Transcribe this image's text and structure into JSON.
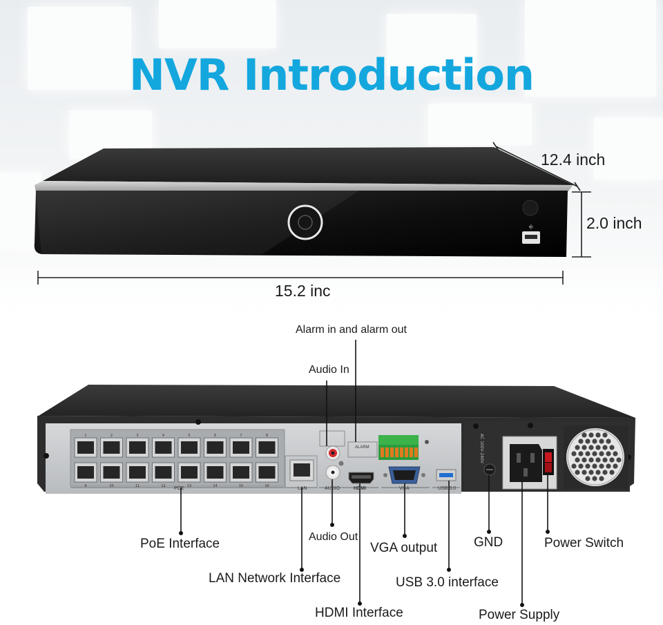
{
  "title": "NVR Introduction",
  "dimensions": {
    "depth": "12.4 inch",
    "height": "2.0 inch",
    "width": "15.2 inc"
  },
  "rear_panel": {
    "silkscreen": {
      "poe": "POE",
      "lan": "LAN",
      "audio": "AUDIO",
      "hdmi": "HDMI",
      "vga": "VGA",
      "usb": "USB 3.0",
      "alarm": "ALARM",
      "ac": "AC 100V-240V"
    },
    "port_numbers": [
      "1",
      "2",
      "3",
      "4",
      "5",
      "6",
      "7",
      "8",
      "9",
      "10",
      "11",
      "12",
      "13",
      "14",
      "15",
      "16"
    ]
  },
  "callouts": {
    "alarm": "Alarm in and alarm out",
    "audio_in": "Audio In",
    "poe": "PoE Interface",
    "audio_out": "Audio Out",
    "vga": "VGA output",
    "gnd": "GND",
    "power_switch": "Power Switch",
    "lan": "LAN Network Interface",
    "usb": "USB 3.0 interface",
    "hdmi": "HDMI Interface",
    "power_supply": "Power Supply"
  },
  "colors": {
    "title": "#13a7de",
    "chassis": "#2b2b2b",
    "panel": "#c9cbcd",
    "terminal": "#3bb24a",
    "usb_port": "#1f6fd1"
  }
}
